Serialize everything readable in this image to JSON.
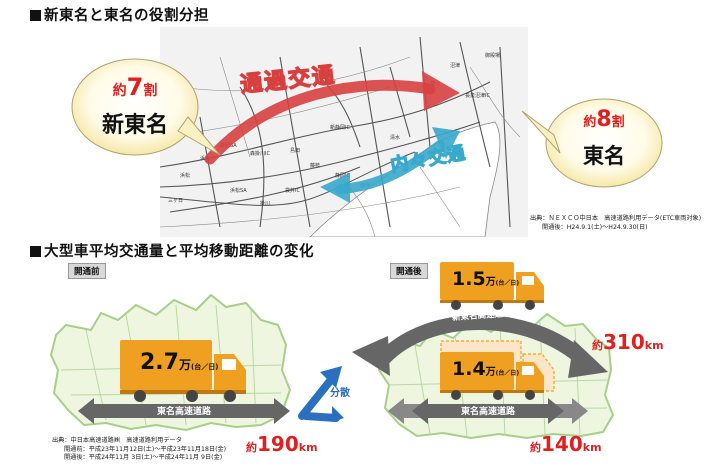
{
  "section1": {
    "title": "新東名と東名の役割分担"
  },
  "section2": {
    "title": "大型車平均交通量と平均移動距離の変化"
  },
  "map": {
    "arrow_through": "通過交通",
    "arrow_inner": "内々交通",
    "bubble_left": {
      "prefix": "約",
      "num": "7",
      "unit": "割",
      "road": "新東名"
    },
    "bubble_right": {
      "prefix": "約",
      "num": "8",
      "unit": "割",
      "road": "東名"
    },
    "places": [
      "静岡SA",
      "浜松",
      "浜北",
      "森掛川IC",
      "島田",
      "藤枝",
      "新静岡IC",
      "静岡IC",
      "清水",
      "富士",
      "沼津",
      "長泉沼津IC",
      "御殿場",
      "浜松SA",
      "掛川",
      "袋井IC",
      "焼津",
      "三ヶ日"
    ],
    "source_line1": "出典：ＮＥＸＣＯ中日本　高速道路利用データ(ETC車両対象)",
    "source_line2": "開通後：H24.9.1(土)～H24.9.30(日)"
  },
  "before": {
    "badge": "開通前",
    "truck_num": "2.7",
    "truck_unit": "万",
    "truck_per": "(台／日)",
    "road": "東名高速道路",
    "km_prefix": "約",
    "km_num": "190",
    "km_unit": "km"
  },
  "split_label": "分散",
  "after": {
    "badge": "開通後",
    "truck1_num": "1.5",
    "truck1_unit": "万",
    "truck1_per": "(台／日)",
    "road_new": "新東名高速道路",
    "new_km_prefix": "約",
    "new_km_num": "310",
    "new_km_unit": "km",
    "truck2_num": "1.4",
    "truck2_unit": "万",
    "truck2_per": "(台／日)",
    "road_old": "東名高速道路",
    "old_km_prefix": "約",
    "old_km_num": "140",
    "old_km_unit": "km"
  },
  "source2": {
    "line1": "出典：中日本高速道路㈱　高速道路利用データ",
    "line2": "開通前：平成23年11月12日(土)～平成23年11月18日(金)",
    "line3": "開通後：平成24年11月 3日(土)～平成24年11月 9日(金)"
  },
  "colors": {
    "red": "#e02020",
    "orange": "#f0a020",
    "green_land": "#eef6e0",
    "land_outline": "#a6cf8a",
    "blue_arrow": "#38a8cc",
    "road_gray": "#666666"
  }
}
